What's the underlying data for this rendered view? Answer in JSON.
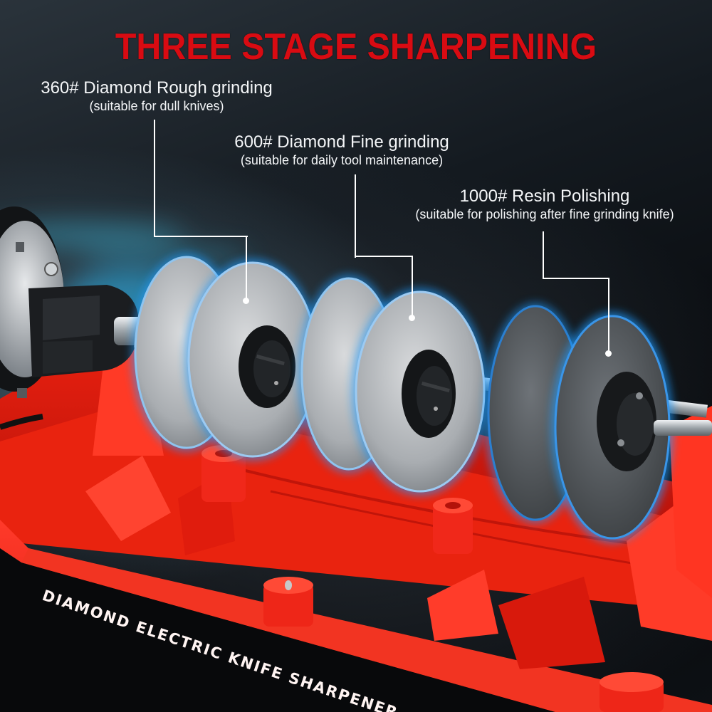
{
  "title": "THREE STAGE SHARPENING",
  "stages": [
    {
      "label": "360# Diamond Rough grinding",
      "description": "(suitable for dull knives)",
      "grit": "360#",
      "material": "Diamond"
    },
    {
      "label": "600# Diamond Fine grinding",
      "description": "(suitable for daily tool maintenance)",
      "grit": "600#",
      "material": "Diamond"
    },
    {
      "label": "1000# Resin Polishing",
      "description": "(suitable for polishing after fine grinding knife)",
      "grit": "1000#",
      "material": "Resin"
    }
  ],
  "product_label": "DIAMOND ELECTRIC KNIFE SHARPENER",
  "colors": {
    "title_red": "#d90b12",
    "base_red": "#f0281e",
    "glow_blue": "#1e9bff",
    "background_dark": "#0b0d10",
    "callout_text": "#f4f6f8"
  }
}
